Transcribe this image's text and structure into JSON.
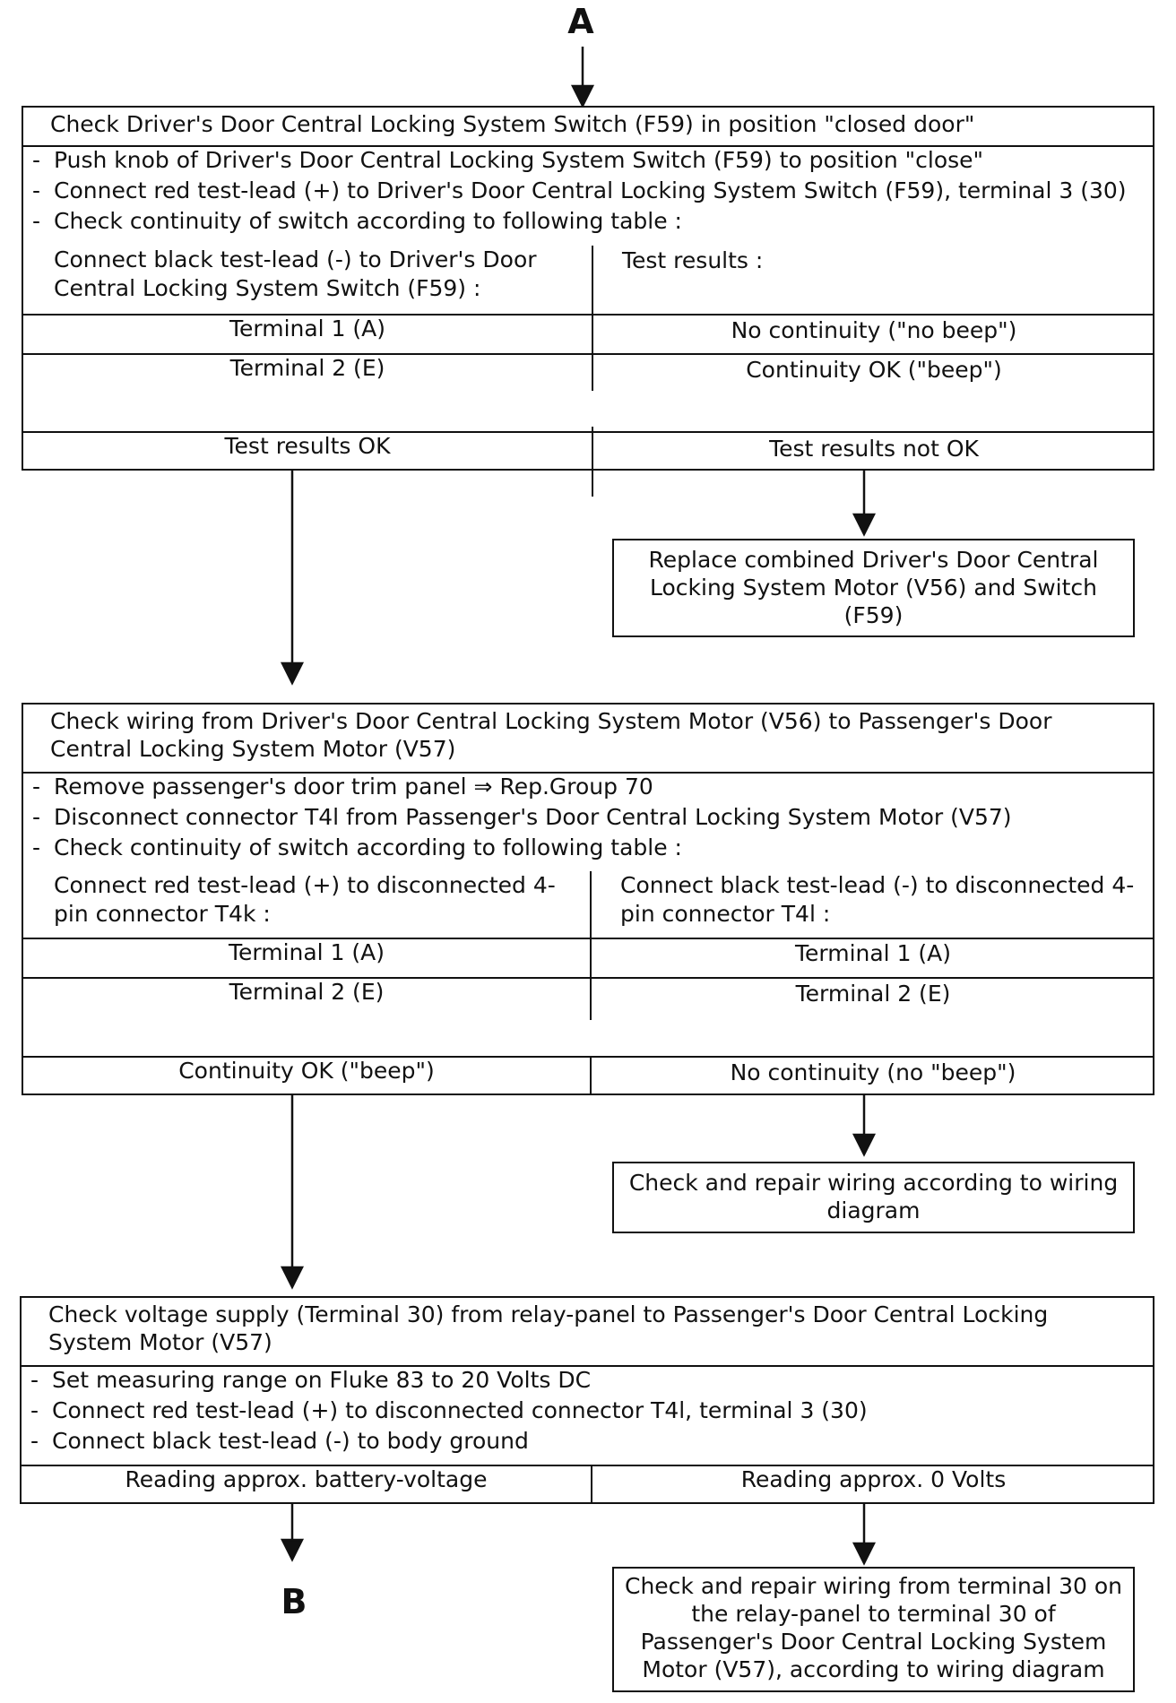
{
  "connectors": {
    "start": "A",
    "end": "B"
  },
  "block1": {
    "title": "Check Driver's Door Central Locking System Switch (F59) in position \"closed door\"",
    "steps": [
      "Push knob of Driver's Door Central Locking System Switch (F59) to position \"close\"",
      "Connect red test-lead (+) to Driver's Door Central Locking System Switch (F59), terminal 3 (30)",
      "Check continuity of switch according to following table :"
    ],
    "table": {
      "left_header": "Connect black test-lead (-) to Driver's Door Central Locking System Switch (F59) :",
      "right_header": "Test results :",
      "rows": [
        {
          "left": "Terminal 1 (A)",
          "right": "No continuity (\"no beep\")"
        },
        {
          "left": "Terminal 2 (E)",
          "right": "Continuity OK  (\"beep\")"
        }
      ]
    },
    "result_ok": "Test results OK",
    "result_not_ok": "Test results not OK"
  },
  "action1": "Replace combined Driver's Door Central Locking System Motor (V56) and Switch (F59)",
  "block2": {
    "title": "Check wiring from Driver's Door Central Locking System Motor (V56) to Passenger's Door Central Locking System Motor (V57)",
    "steps": [
      "Remove passenger's door trim panel ⇒ Rep.Group 70",
      "Disconnect connector T4l from Passenger's Door Central Locking System Motor (V57)",
      "Check continuity of switch according to following table :"
    ],
    "table": {
      "left_header": "Connect red test-lead (+) to disconnected 4-pin connector T4k :",
      "right_header": "Connect black test-lead (-) to disconnected 4-pin connector T4l :",
      "rows": [
        {
          "left": "Terminal 1 (A)",
          "right": "Terminal 1 (A)"
        },
        {
          "left": "Terminal 2 (E)",
          "right": "Terminal 2 (E)"
        }
      ]
    },
    "result_ok": "Continuity OK (\"beep\")",
    "result_not_ok": "No continuity (no \"beep\")"
  },
  "action2": "Check and repair wiring according to wiring diagram",
  "block3": {
    "title": "Check voltage supply (Terminal 30) from relay-panel to Passenger's Door Central Locking System Motor (V57)",
    "steps": [
      "Set measuring range on Fluke 83 to 20 Volts DC",
      "Connect red test-lead (+) to disconnected connector T4l, terminal 3 (30)",
      "Connect black test-lead (-) to body ground"
    ],
    "result_ok": "Reading approx. battery-voltage",
    "result_not_ok": "Reading approx. 0 Volts"
  },
  "action3": "Check and repair wiring from terminal 30 on the relay-panel to terminal 30 of Passenger's Door Central Locking System Motor (V57), according to wiring diagram"
}
